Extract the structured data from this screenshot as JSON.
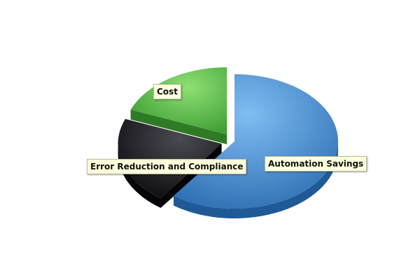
{
  "chart_data": {
    "type": "pie",
    "title": "",
    "labels": [
      "Automation Savings",
      "Error Reduction and Compliance",
      "Cost"
    ],
    "values": [
      60,
      21,
      19
    ],
    "colors": [
      "#3a7fc4",
      "#1f1f24",
      "#4ab53c"
    ],
    "exploded": [
      false,
      true,
      true
    ],
    "style": "3d",
    "legend": "none"
  }
}
